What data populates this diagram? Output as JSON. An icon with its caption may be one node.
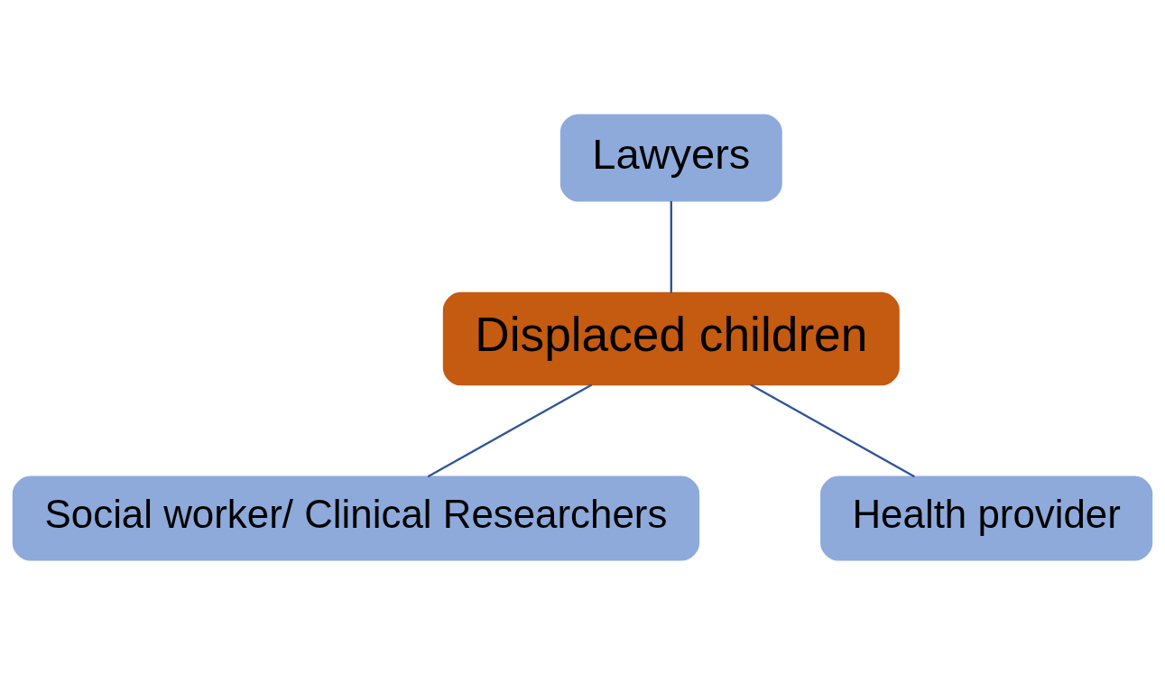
{
  "diagram": {
    "nodes": [
      {
        "text": [
          "Lawyers"
        ]
      },
      {
        "text": [
          "Displaced children"
        ]
      },
      {
        "text": [
          "Social worker/ Clinical Researchers"
        ]
      },
      {
        "text": [
          "Health provider"
        ]
      }
    ],
    "edges": [
      {
        "from": 0,
        "to": 1,
        "arrow": "none"
      },
      {
        "from": 1,
        "to": 2,
        "arrow": "none"
      },
      {
        "from": 1,
        "to": 3,
        "arrow": "none"
      }
    ]
  }
}
